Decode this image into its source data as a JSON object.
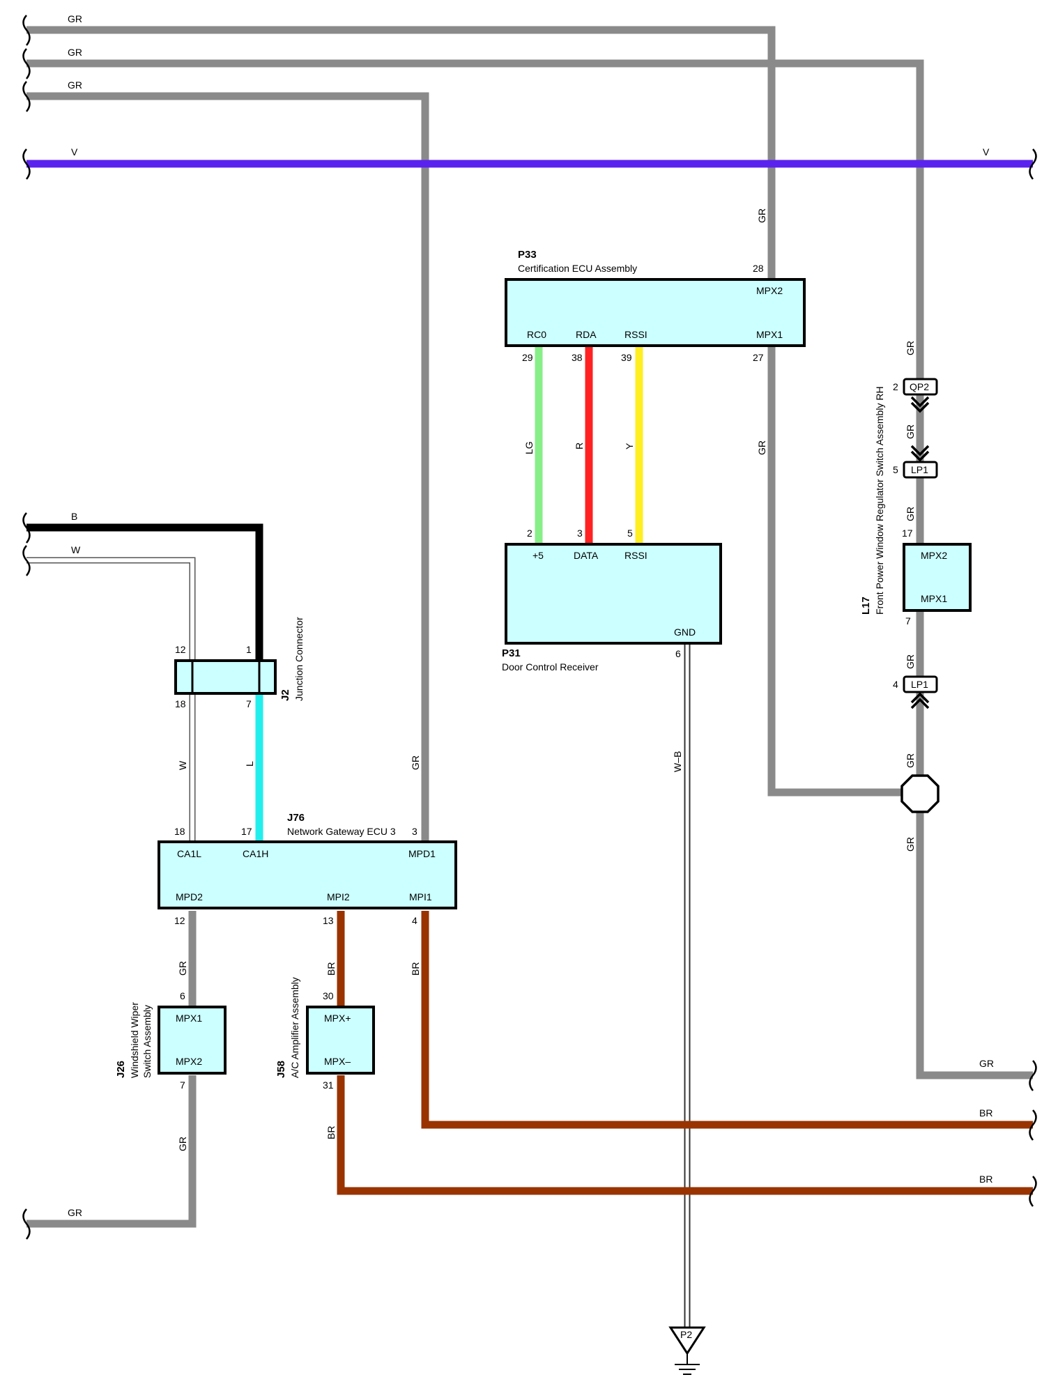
{
  "colors": {
    "GR": "#8a8a8a",
    "V": "#5a22ee",
    "B": "#000000",
    "W": "#ffffff",
    "L": "#22eeee",
    "LG": "#88ee88",
    "R": "#ff2222",
    "Y": "#ffee22",
    "BR": "#993300",
    "box_fill": "#ccffff"
  },
  "wire_labels": {
    "gr_top1": "GR",
    "gr_top2": "GR",
    "gr_top3": "GR",
    "v_left": "V",
    "v_right": "V",
    "gr_p33_top": "GR",
    "gr_p33_bottom": "GR",
    "gr_qp2_top": "GR",
    "gr_qp2_lp1": "GR",
    "gr_lp1_l17": "GR",
    "gr_l17_lp1": "GR",
    "gr_lp1_junction": "GR",
    "gr_junction_bottom": "GR",
    "lg": "LG",
    "r": "R",
    "y": "Y",
    "wb": "W–B",
    "b_left": "B",
    "w_left": "W",
    "w_vertical": "W",
    "l_vertical": "L",
    "gr_j76": "GR",
    "gr_mpd2": "GR",
    "br_mpi2": "BR",
    "br_mpi1": "BR",
    "br_j58": "BR",
    "gr_j26": "GR",
    "gr_bottom_left": "GR",
    "gr_right_bottom": "GR",
    "br_right1": "BR",
    "br_right2": "BR"
  },
  "components": {
    "p33": {
      "code": "P33",
      "name": "Certification ECU Assembly",
      "pins": {
        "mpx2": "MPX2",
        "rc0": "RC0",
        "rda": "RDA",
        "rssi": "RSSI",
        "mpx1": "MPX1"
      },
      "pin_numbers": {
        "mpx2": "28",
        "rc0": "29",
        "rda": "38",
        "rssi": "39",
        "mpx1": "27"
      }
    },
    "p31": {
      "code": "P31",
      "name": "Door Control Receiver",
      "pins": {
        "plus5": "+5",
        "data": "DATA",
        "rssi": "RSSI",
        "gnd": "GND"
      },
      "pin_numbers": {
        "plus5": "2",
        "data": "3",
        "rssi": "5",
        "gnd": "6"
      }
    },
    "j2": {
      "code": "J2",
      "name": "Junction Connector",
      "pin_numbers": {
        "top_left": "12",
        "top_right": "1",
        "bottom_left": "18",
        "bottom_right": "7"
      }
    },
    "j76": {
      "code": "J76",
      "name": "Network Gateway ECU 3",
      "pins": {
        "ca1l": "CA1L",
        "ca1h": "CA1H",
        "mpd1": "MPD1",
        "mpd2": "MPD2",
        "mpi2": "MPI2",
        "mpi1": "MPI1"
      },
      "pin_numbers": {
        "ca1l": "18",
        "ca1h": "17",
        "mpd1": "3",
        "mpd2": "12",
        "mpi2": "13",
        "mpi1": "4"
      }
    },
    "j26": {
      "code": "J26",
      "name_line1": "Windshield Wiper",
      "name_line2": "Switch Assembly",
      "pins": {
        "mpx1": "MPX1",
        "mpx2": "MPX2"
      },
      "pin_numbers": {
        "mpx1": "6",
        "mpx2": "7"
      }
    },
    "j58": {
      "code": "J58",
      "name": "A/C Amplifier Assembly",
      "pins": {
        "mpxp": "MPX+",
        "mpxm": "MPX–"
      },
      "pin_numbers": {
        "mpxp": "30",
        "mpxm": "31"
      }
    },
    "l17": {
      "code": "L17",
      "name": "Front Power Window Regulator Switch Assembly RH",
      "pins": {
        "mpx2": "MPX2",
        "mpx1": "MPX1"
      },
      "pin_numbers": {
        "mpx2": "17",
        "mpx1": "7"
      }
    }
  },
  "inline_connectors": {
    "qp2": {
      "code": "QP2",
      "pin": "2"
    },
    "lp1_upper": {
      "code": "LP1",
      "pin": "5"
    },
    "lp1_lower": {
      "code": "LP1",
      "pin": "4"
    }
  },
  "ground": {
    "code": "P2"
  }
}
